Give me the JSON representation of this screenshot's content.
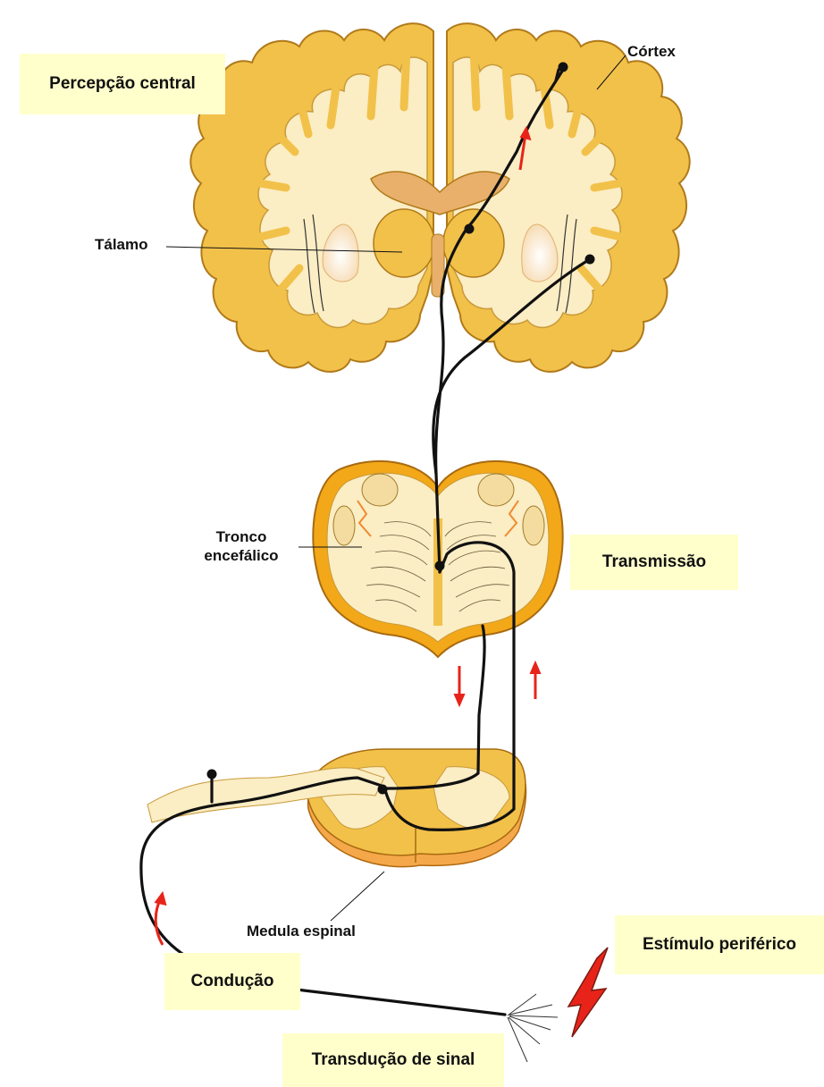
{
  "stages": {
    "central_perception": "Percepção central",
    "transmission": "Transmissão",
    "conduction": "Condução",
    "peripheral_stimulus": "Estímulo periférico",
    "signal_transduction": "Transdução de sinal"
  },
  "labels": {
    "cortex": "Córtex",
    "thalamus": "Tálamo",
    "brainstem_line1": "Tronco",
    "brainstem_line2": "encefálico",
    "spinal_cord": "Medula espinal"
  },
  "colors": {
    "stage_box": "#ffffcc",
    "grey_matter": "#f2c14a",
    "white_matter": "#fbedc4",
    "nerve_fiber": "#111111",
    "signal_arrow": "#e8241a",
    "stimulus_bolt": "#e8241a"
  }
}
